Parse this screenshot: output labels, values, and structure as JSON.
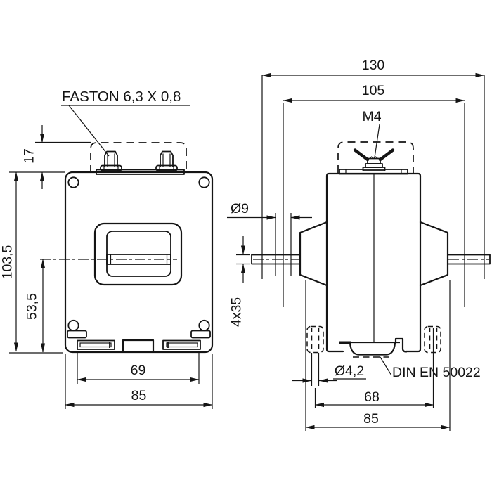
{
  "drawing": {
    "colors": {
      "line": "#141414",
      "background": "#ffffff"
    },
    "labels": {
      "faston": "FASTON 6,3 X 0,8",
      "m4": "M4",
      "din_rail": "DIN EN 50022"
    },
    "front_view": {
      "dim_terminal_height": "17",
      "dim_overall_height": "103,5",
      "dim_window_center_height": "53,5",
      "dim_slot_span": "69",
      "dim_body_width": "85"
    },
    "side_view": {
      "dim_overall_width": "130",
      "dim_hole_centers": "105",
      "dim_bar_hole_dia": "Ø9",
      "dim_bar_section": "4x35",
      "dim_clip_slot_dia": "Ø4,2",
      "dim_foot_hole_centers": "68",
      "dim_flange_width": "85"
    }
  }
}
